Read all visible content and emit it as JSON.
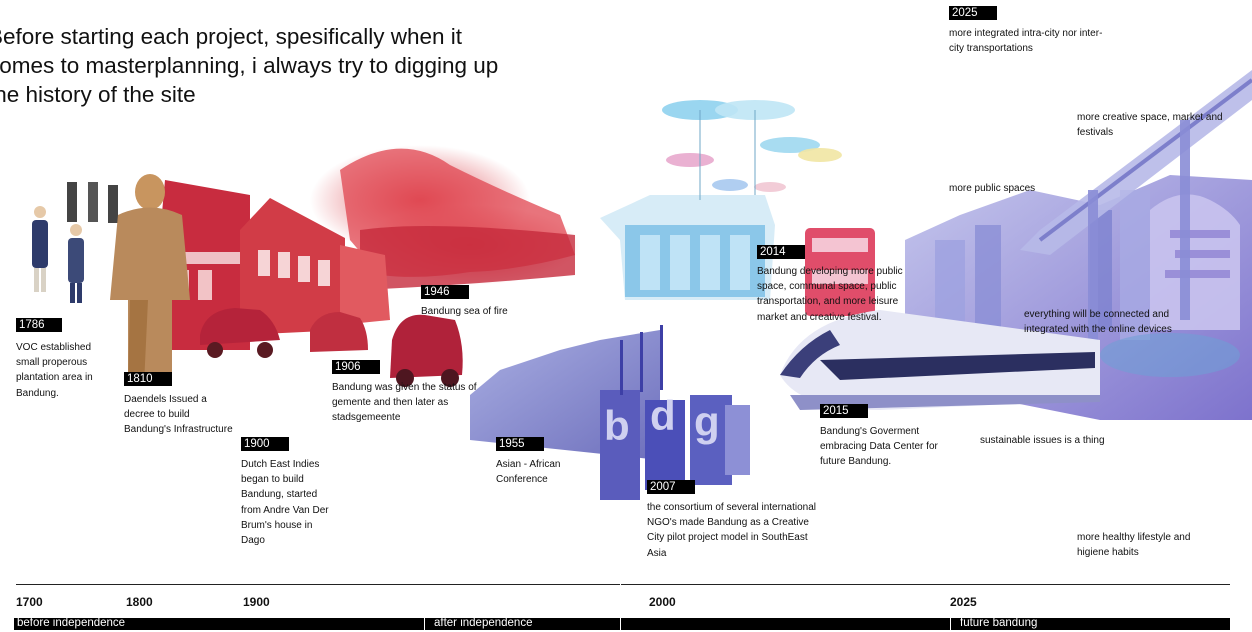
{
  "intro": {
    "line1": "Before starting each project, spesifically when it",
    "line2": "comes to masterplanning, i always try to digging up",
    "line3": "the history of the site"
  },
  "events": [
    {
      "year": "1786",
      "text": "VOC established small properous plantation area in Bandung."
    },
    {
      "year": "1810",
      "text": "Daendels Issued a decree to build Bandung's Infrastructure"
    },
    {
      "year": "1900",
      "text": "Dutch East Indies began to build Bandung, started from Andre Van Der Brum's house in Dago"
    },
    {
      "year": "1906",
      "text": "Bandung was given the status of gemente and then later as stadsgemeente"
    },
    {
      "year": "1946",
      "text": "Bandung sea of fire"
    },
    {
      "year": "1955",
      "text": "Asian - African Conference"
    },
    {
      "year": "2007",
      "text": "the consortium of several international NGO's made Bandung as a Creative City pilot project model in SouthEast Asia"
    },
    {
      "year": "2014",
      "text": "Bandung developing more public space, communal space, public transportation, and more leisure market and creative festival."
    },
    {
      "year": "2015",
      "text": "Bandung's Goverment embracing Data Center for future Bandung."
    },
    {
      "year": "2025",
      "text": "more integrated intra-city nor inter-city transportations"
    }
  ],
  "future_notes": [
    "more creative space, market and festivals",
    "more public spaces",
    "everything will be connected and integrated with the online devices",
    "sustainable issues is a thing",
    "more healthy lifestyle and higiene habits"
  ],
  "axis": {
    "ticks": [
      "1700",
      "1800",
      "1900",
      "2000",
      "2025"
    ],
    "eras": [
      "before independence",
      "after independence",
      "future bandung"
    ]
  },
  "colors": {
    "colonial_red": "#d8353f",
    "sepia": "#b98a5c",
    "indigo": "#4b4fb8",
    "sky_blue": "#6fb4e0",
    "violet": "#7a6cc8"
  },
  "icons": [
    "umbrella-icon",
    "train-icon",
    "bus-icon",
    "building-icon",
    "soldier-icon",
    "car-icon",
    "monorail-icon"
  ]
}
